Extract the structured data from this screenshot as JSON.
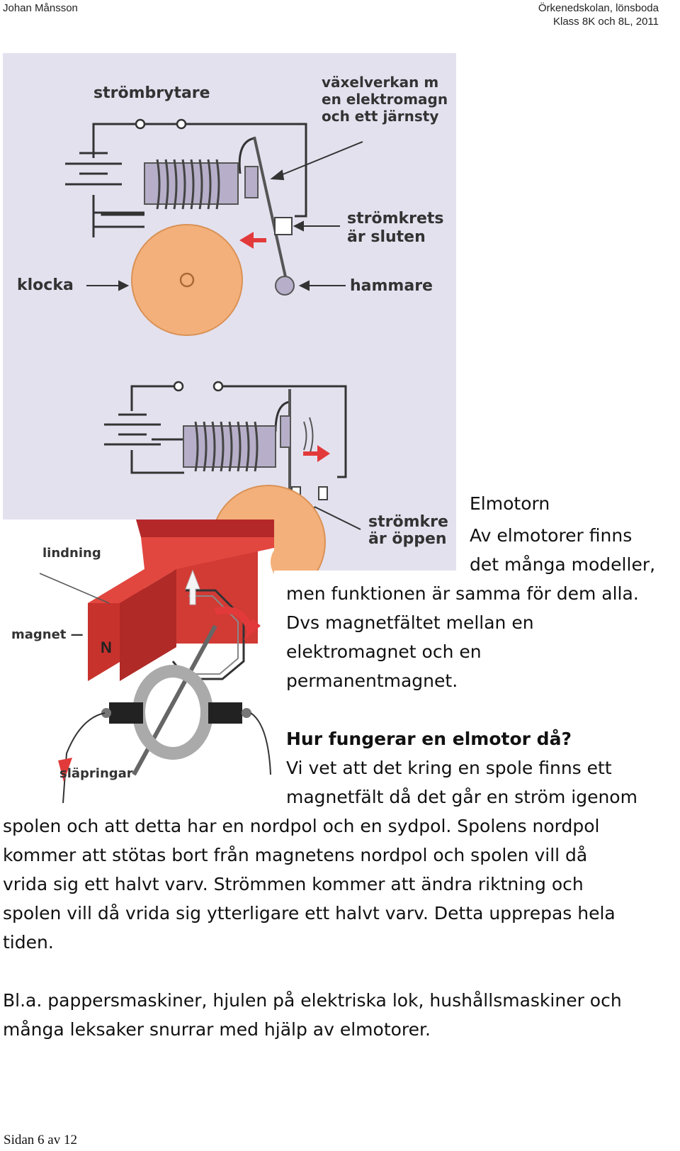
{
  "header": {
    "author": "Johan Månsson",
    "school": "Örkenedskolan, lönsboda",
    "class": "Klass 8K och 8L, 2011"
  },
  "bell_figure": {
    "label_switch": "strömbrytare",
    "label_interaction_1": "växelverkan m",
    "label_interaction_2": "en elektromagn",
    "label_interaction_3": "och ett järnsty",
    "label_closed_1": "strömkrets",
    "label_closed_2": "är sluten",
    "label_bell": "klocka",
    "label_hammer": "hammare",
    "label_open_1": "strömkre",
    "label_open_2": "är öppen"
  },
  "motor_figure": {
    "label_winding": "lindning",
    "label_magnet": "magnet —",
    "label_pole": "N",
    "label_rings": "släpringar"
  },
  "content": {
    "title": "Elmotorn",
    "intro_1": "Av elmotorer finns",
    "intro_2": "det många modeller,",
    "intro_3": "men funktionen är samma för dem alla.",
    "intro_4": "Dvs magnetfältet mellan en",
    "intro_5": "elektromagnet och en",
    "intro_6": "permanentmagnet.",
    "question": "Hur fungerar en elmotor då?",
    "body_1": "Vi vet att det kring en spole finns ett",
    "body_2": "magnetfält då det går en ström igenom",
    "body_3": "spolen och att detta har en nordpol och en sydpol. Spolens nordpol",
    "body_4": "kommer att stötas bort från magnetens nordpol och spolen vill då",
    "body_5": "vrida sig ett halvt varv. Strömmen kommer att ändra riktning och",
    "body_6": "spolen vill då vrida sig ytterligare ett halvt varv. Detta upprepas hela",
    "body_7": "tiden.",
    "examples_1": "Bl.a. pappersmaskiner, hjulen på elektriska lok, hushållsmaskiner och",
    "examples_2": "många leksaker snurrar med hjälp av elmotorer."
  },
  "footer": {
    "page": "Sidan 6 av 12"
  },
  "colors": {
    "bell_bg": "#e4e1ef",
    "bell_orange": "#f4b07a",
    "coil": "#b7afc9",
    "arrow_red": "#e23a3a",
    "magnet_red": "#c8322d"
  }
}
